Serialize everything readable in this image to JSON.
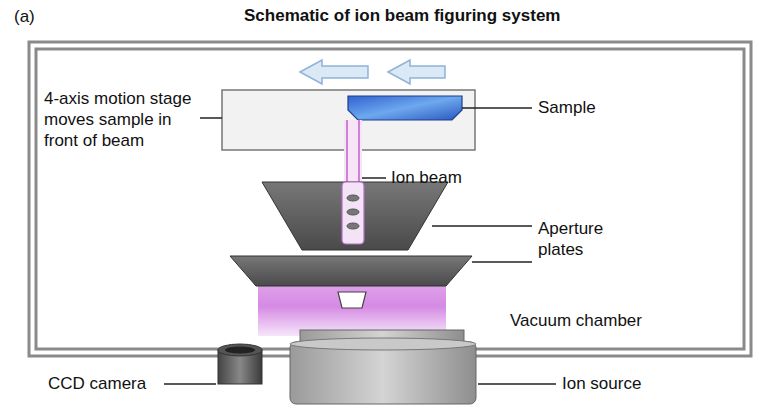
{
  "diagram": {
    "title": "Schematic of ion beam figuring system",
    "nodes": [
      {
        "text": [
          "Vacuum chamber"
        ]
      }
    ],
    "labels": [
      "(a)",
      "4-axis motion stage moves sample in front of beam",
      "Sample",
      "Ion beam",
      "Aperture plates",
      "CCD camera",
      "Ion source"
    ]
  }
}
